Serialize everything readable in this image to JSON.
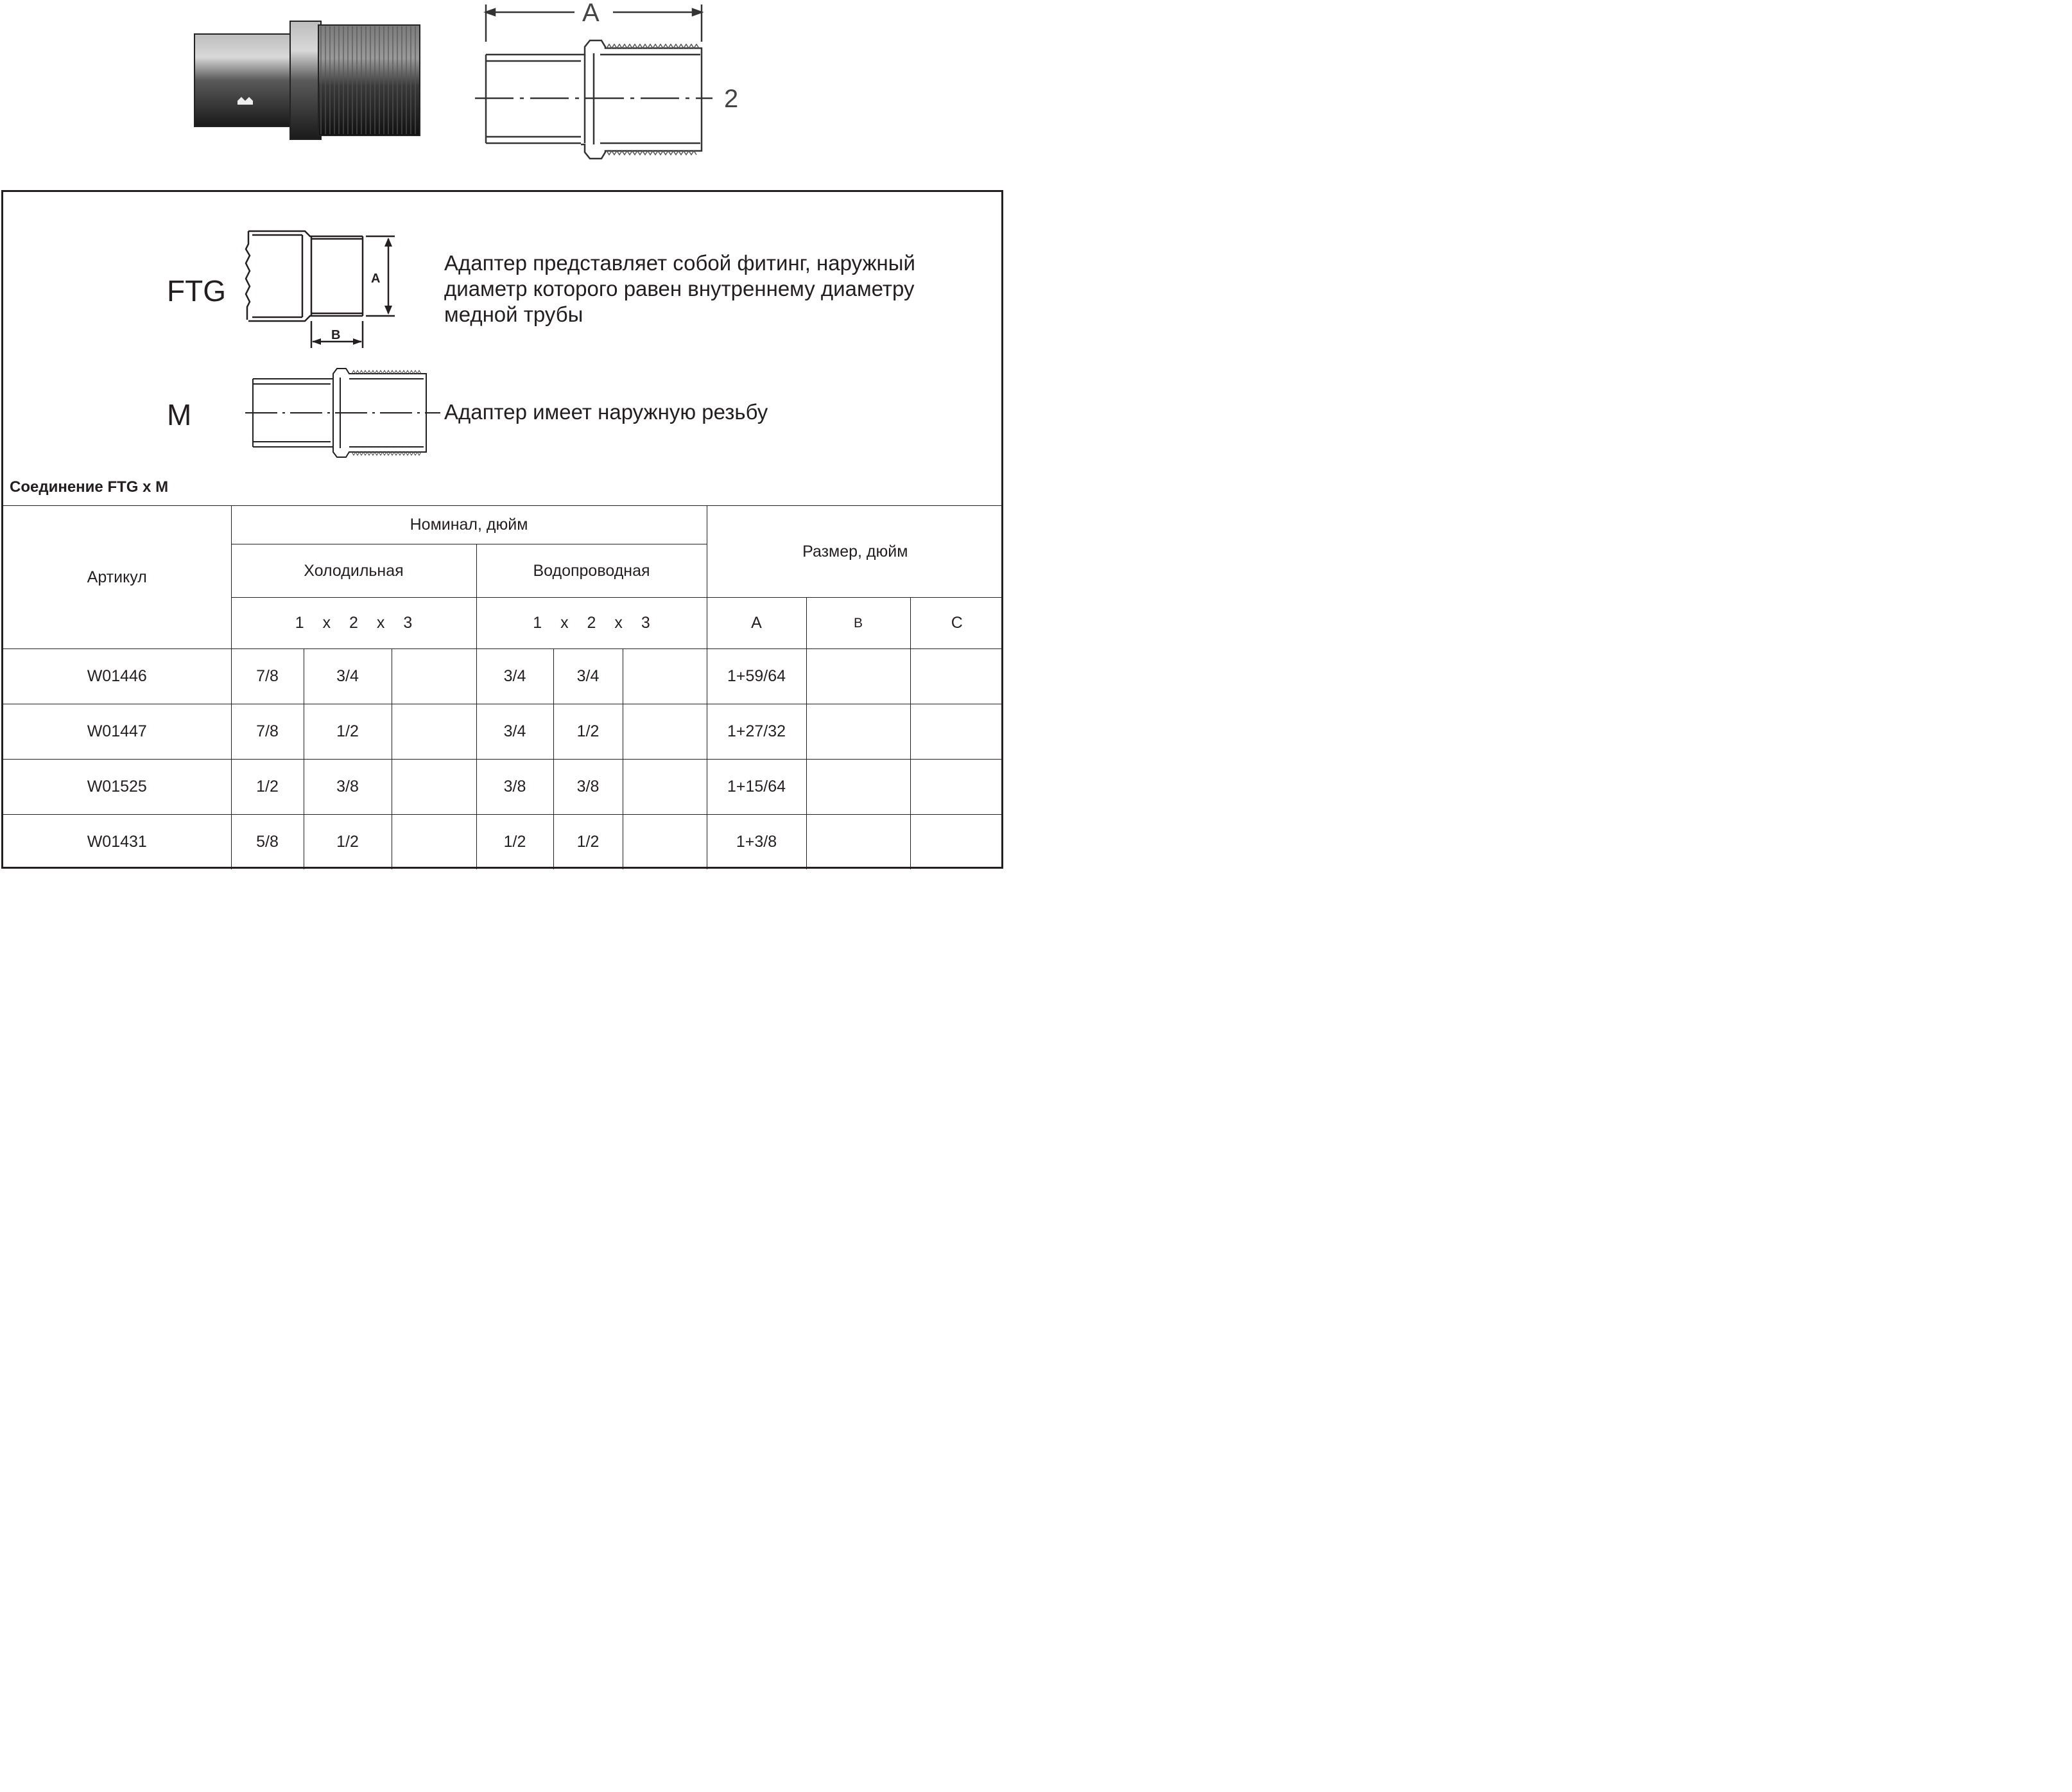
{
  "top_drawing": {
    "dimension_label": "A",
    "axis_label": "2"
  },
  "legend": {
    "ftg": {
      "label": "FTG",
      "dim_a": "A",
      "dim_b": "B",
      "description_lines": [
        "Адаптер представляет собой фитинг, наружный",
        "диаметр которого равен внутреннему диаметру",
        "медной трубы"
      ]
    },
    "m": {
      "label": "M",
      "description": "Адаптер имеет наружную резьбу"
    }
  },
  "table": {
    "title": "Соединение FTG x M",
    "headers": {
      "article": "Артикул",
      "nominal": "Номинал, дюйм",
      "refrigeration": "Холодильная",
      "water": "Водопроводная",
      "size": "Размер, дюйм",
      "pattern_refrigeration": "1 x 2 x 3",
      "pattern_water": "1 x 2 x 3",
      "col_a": "A",
      "col_b": "B",
      "col_c": "C"
    },
    "rows": [
      {
        "article": "W01446",
        "r1": "7/8",
        "r2": "3/4",
        "r3": "",
        "w1": "3/4",
        "w2": "3/4",
        "w3": "",
        "a": "1+59/64",
        "b": "",
        "c": ""
      },
      {
        "article": "W01447",
        "r1": "7/8",
        "r2": "1/2",
        "r3": "",
        "w1": "3/4",
        "w2": "1/2",
        "w3": "",
        "a": "1+27/32",
        "b": "",
        "c": ""
      },
      {
        "article": "W01525",
        "r1": "1/2",
        "r2": "3/8",
        "r3": "",
        "w1": "3/8",
        "w2": "3/8",
        "w3": "",
        "a": "1+15/64",
        "b": "",
        "c": ""
      },
      {
        "article": "W01431",
        "r1": "5/8",
        "r2": "1/2",
        "r3": "",
        "w1": "1/2",
        "w2": "1/2",
        "w3": "",
        "a": "1+3/8",
        "b": "",
        "c": ""
      }
    ]
  }
}
